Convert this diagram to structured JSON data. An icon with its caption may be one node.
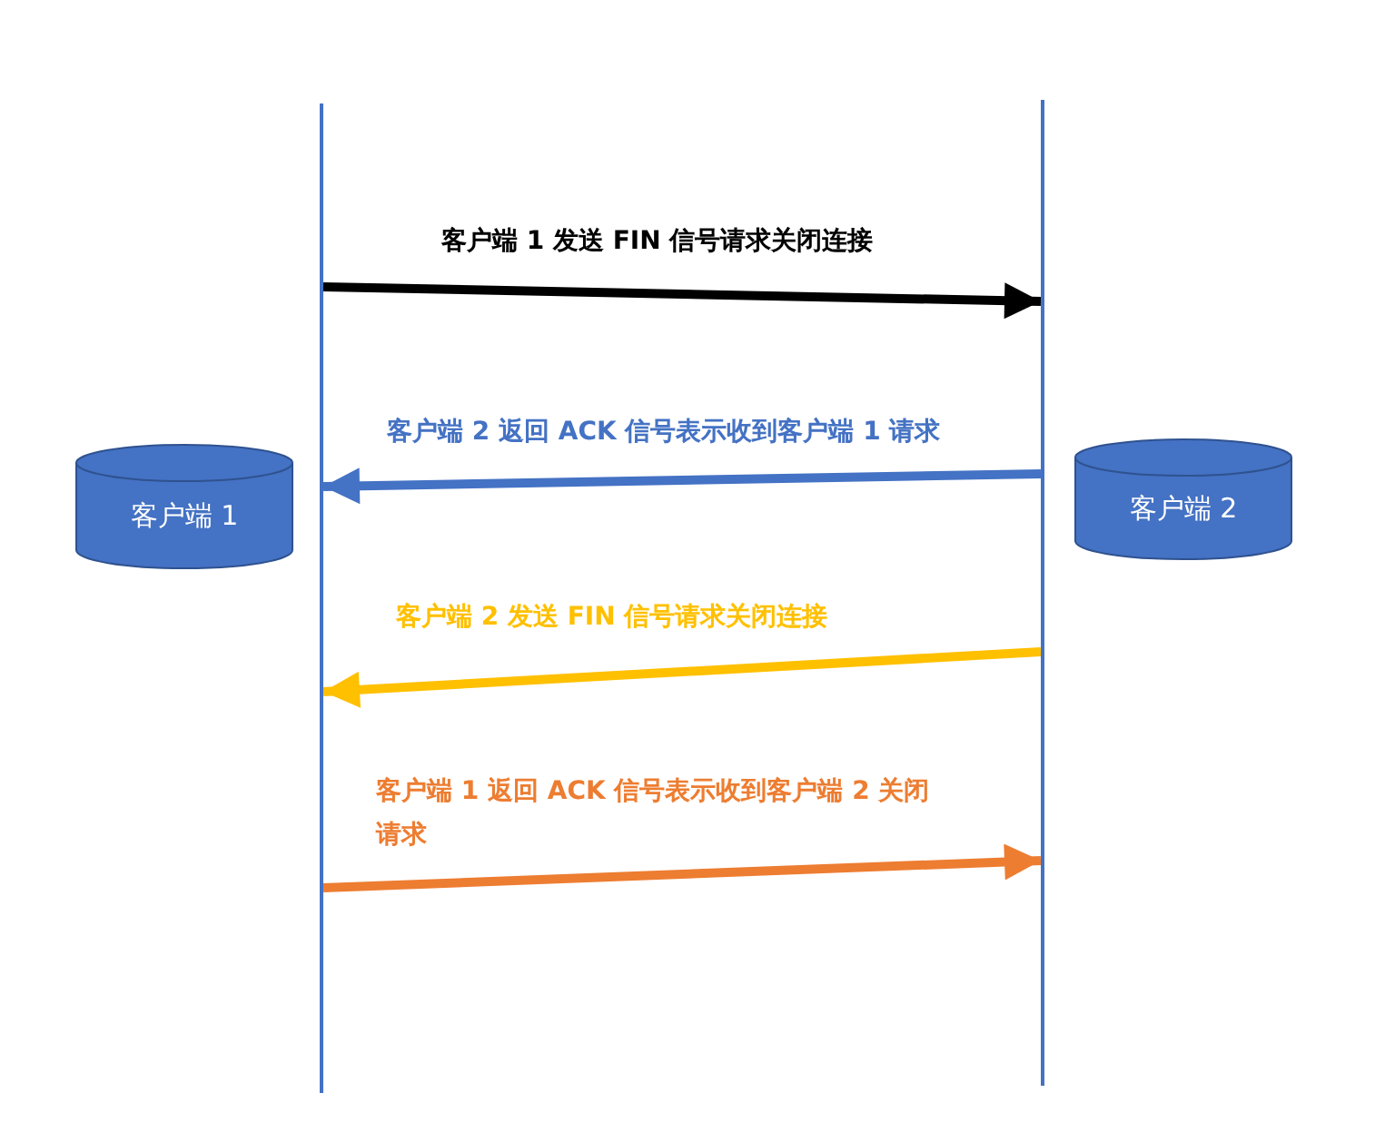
{
  "diagram": {
    "nodes": [
      {
        "text": [
          "客户端 1"
        ]
      },
      {
        "text": [
          "客户端 2"
        ]
      },
      {
        "text": [],
        "shape": "line"
      },
      {
        "text": [],
        "shape": "line"
      }
    ],
    "edges": [
      {
        "from": 2,
        "to": 3,
        "arrow": "to",
        "label": "客户端 1 发送 FIN 信号请求关闭连接",
        "color": "#000000"
      },
      {
        "from": 3,
        "to": 2,
        "arrow": "to",
        "label": "客户端 2 返回 ACK 信号表示收到客户端 1 请求",
        "color": "#4472c4"
      },
      {
        "from": 3,
        "to": 2,
        "arrow": "to",
        "label": "客户端 2 发送 FIN 信号请求关闭连接",
        "color": "#ffc000"
      },
      {
        "from": 2,
        "to": 3,
        "arrow": "to",
        "label": "客户端 1 返回 ACK 信号表示收到客户端 2 关闭请求",
        "color": "#ed7d31"
      }
    ]
  }
}
